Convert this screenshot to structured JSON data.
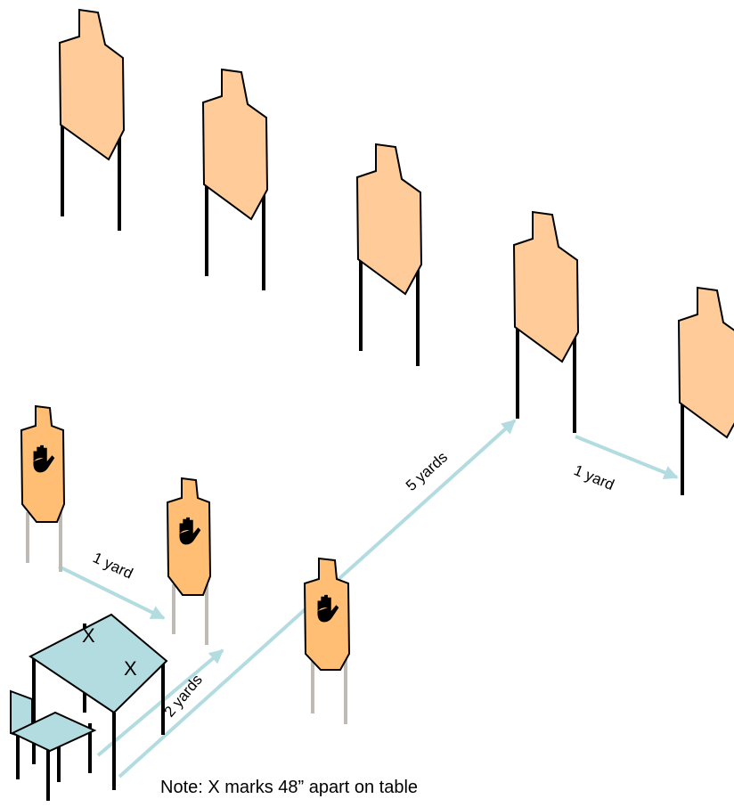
{
  "colors": {
    "target_fill": "#FFCC99",
    "no_shoot_fill": "#FFBE73",
    "outline": "#000000",
    "steel_leg": "#000000",
    "wood_leg": "#C0BAB4",
    "arrow": "#B3DCE0",
    "table": "#B3DCE0",
    "hand": "#000000"
  },
  "icons": {
    "no_shoot": "hand-icon"
  },
  "labels": {
    "distance_1_left": "1 yard",
    "distance_2": "2 yards",
    "distance_5": "5 yards",
    "distance_1_right": "1 yard",
    "x_mark_1": "X",
    "x_mark_2": "X",
    "note": "Note: X marks 48” apart on table"
  }
}
